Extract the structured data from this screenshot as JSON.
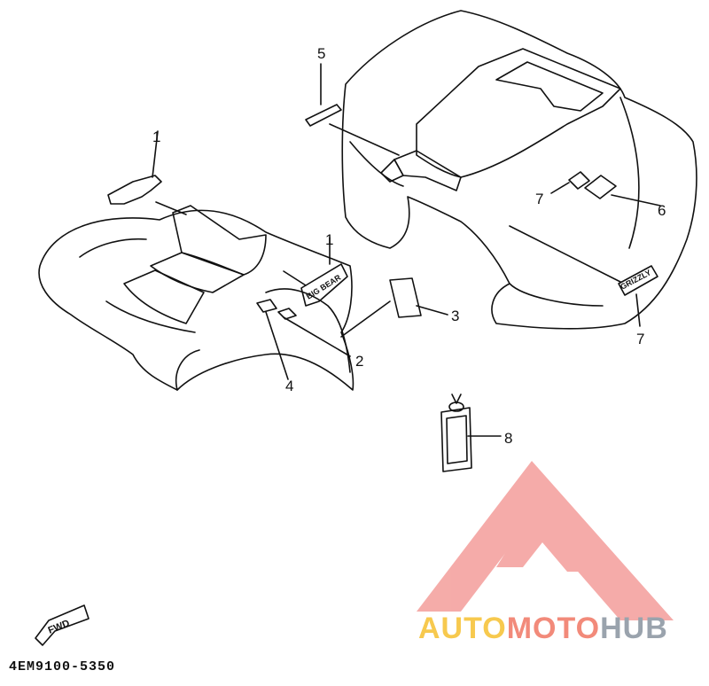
{
  "diagram": {
    "callouts": [
      "1",
      "1",
      "2",
      "3",
      "4",
      "5",
      "6",
      "7",
      "7",
      "8"
    ],
    "decal_text": {
      "front": "BIG BEAR",
      "rear": "GRIZZLY"
    },
    "fwd_label": "FWD",
    "footer_code": "4EM9100-5350"
  },
  "watermark": {
    "part1": "AUTO",
    "part2": "MOTO",
    "part3": "HUB",
    "colors": {
      "auto": "#f7c94e",
      "moto": "#f28a7a",
      "hub": "#9aa3ad",
      "logo": "#f4a3a0"
    }
  }
}
